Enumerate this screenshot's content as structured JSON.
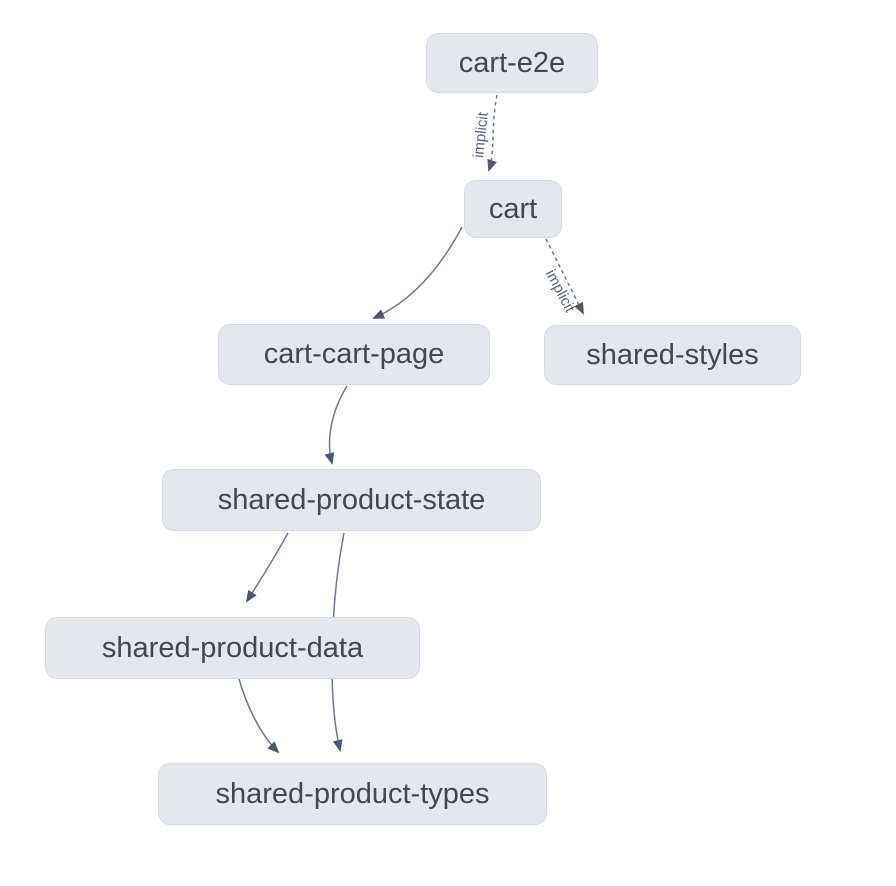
{
  "graph": {
    "kind": "project-dependency-graph",
    "nodes": [
      {
        "id": "cart-e2e",
        "label": "cart-e2e"
      },
      {
        "id": "cart",
        "label": "cart"
      },
      {
        "id": "cart-cart-page",
        "label": "cart-cart-page"
      },
      {
        "id": "shared-styles",
        "label": "shared-styles"
      },
      {
        "id": "shared-product-state",
        "label": "shared-product-state"
      },
      {
        "id": "shared-product-data",
        "label": "shared-product-data"
      },
      {
        "id": "shared-product-types",
        "label": "shared-product-types"
      }
    ],
    "edges": [
      {
        "from": "cart-e2e",
        "to": "cart",
        "type": "implicit",
        "label": "implicit"
      },
      {
        "from": "cart",
        "to": "cart-cart-page",
        "type": "static",
        "label": ""
      },
      {
        "from": "cart",
        "to": "shared-styles",
        "type": "implicit",
        "label": "implicit"
      },
      {
        "from": "cart-cart-page",
        "to": "shared-product-state",
        "type": "static",
        "label": ""
      },
      {
        "from": "shared-product-state",
        "to": "shared-product-data",
        "type": "static",
        "label": ""
      },
      {
        "from": "shared-product-state",
        "to": "shared-product-types",
        "type": "static",
        "label": ""
      },
      {
        "from": "shared-product-data",
        "to": "shared-product-types",
        "type": "static",
        "label": ""
      }
    ],
    "colors": {
      "background": "#ffffff",
      "node_fill": "#e4e7ee",
      "node_border": "#d5dae3",
      "node_text": "#3d4859",
      "edge_stroke": "#6e7890",
      "arrow_fill": "#4d5870",
      "edge_label_text": "#5a6577"
    }
  }
}
